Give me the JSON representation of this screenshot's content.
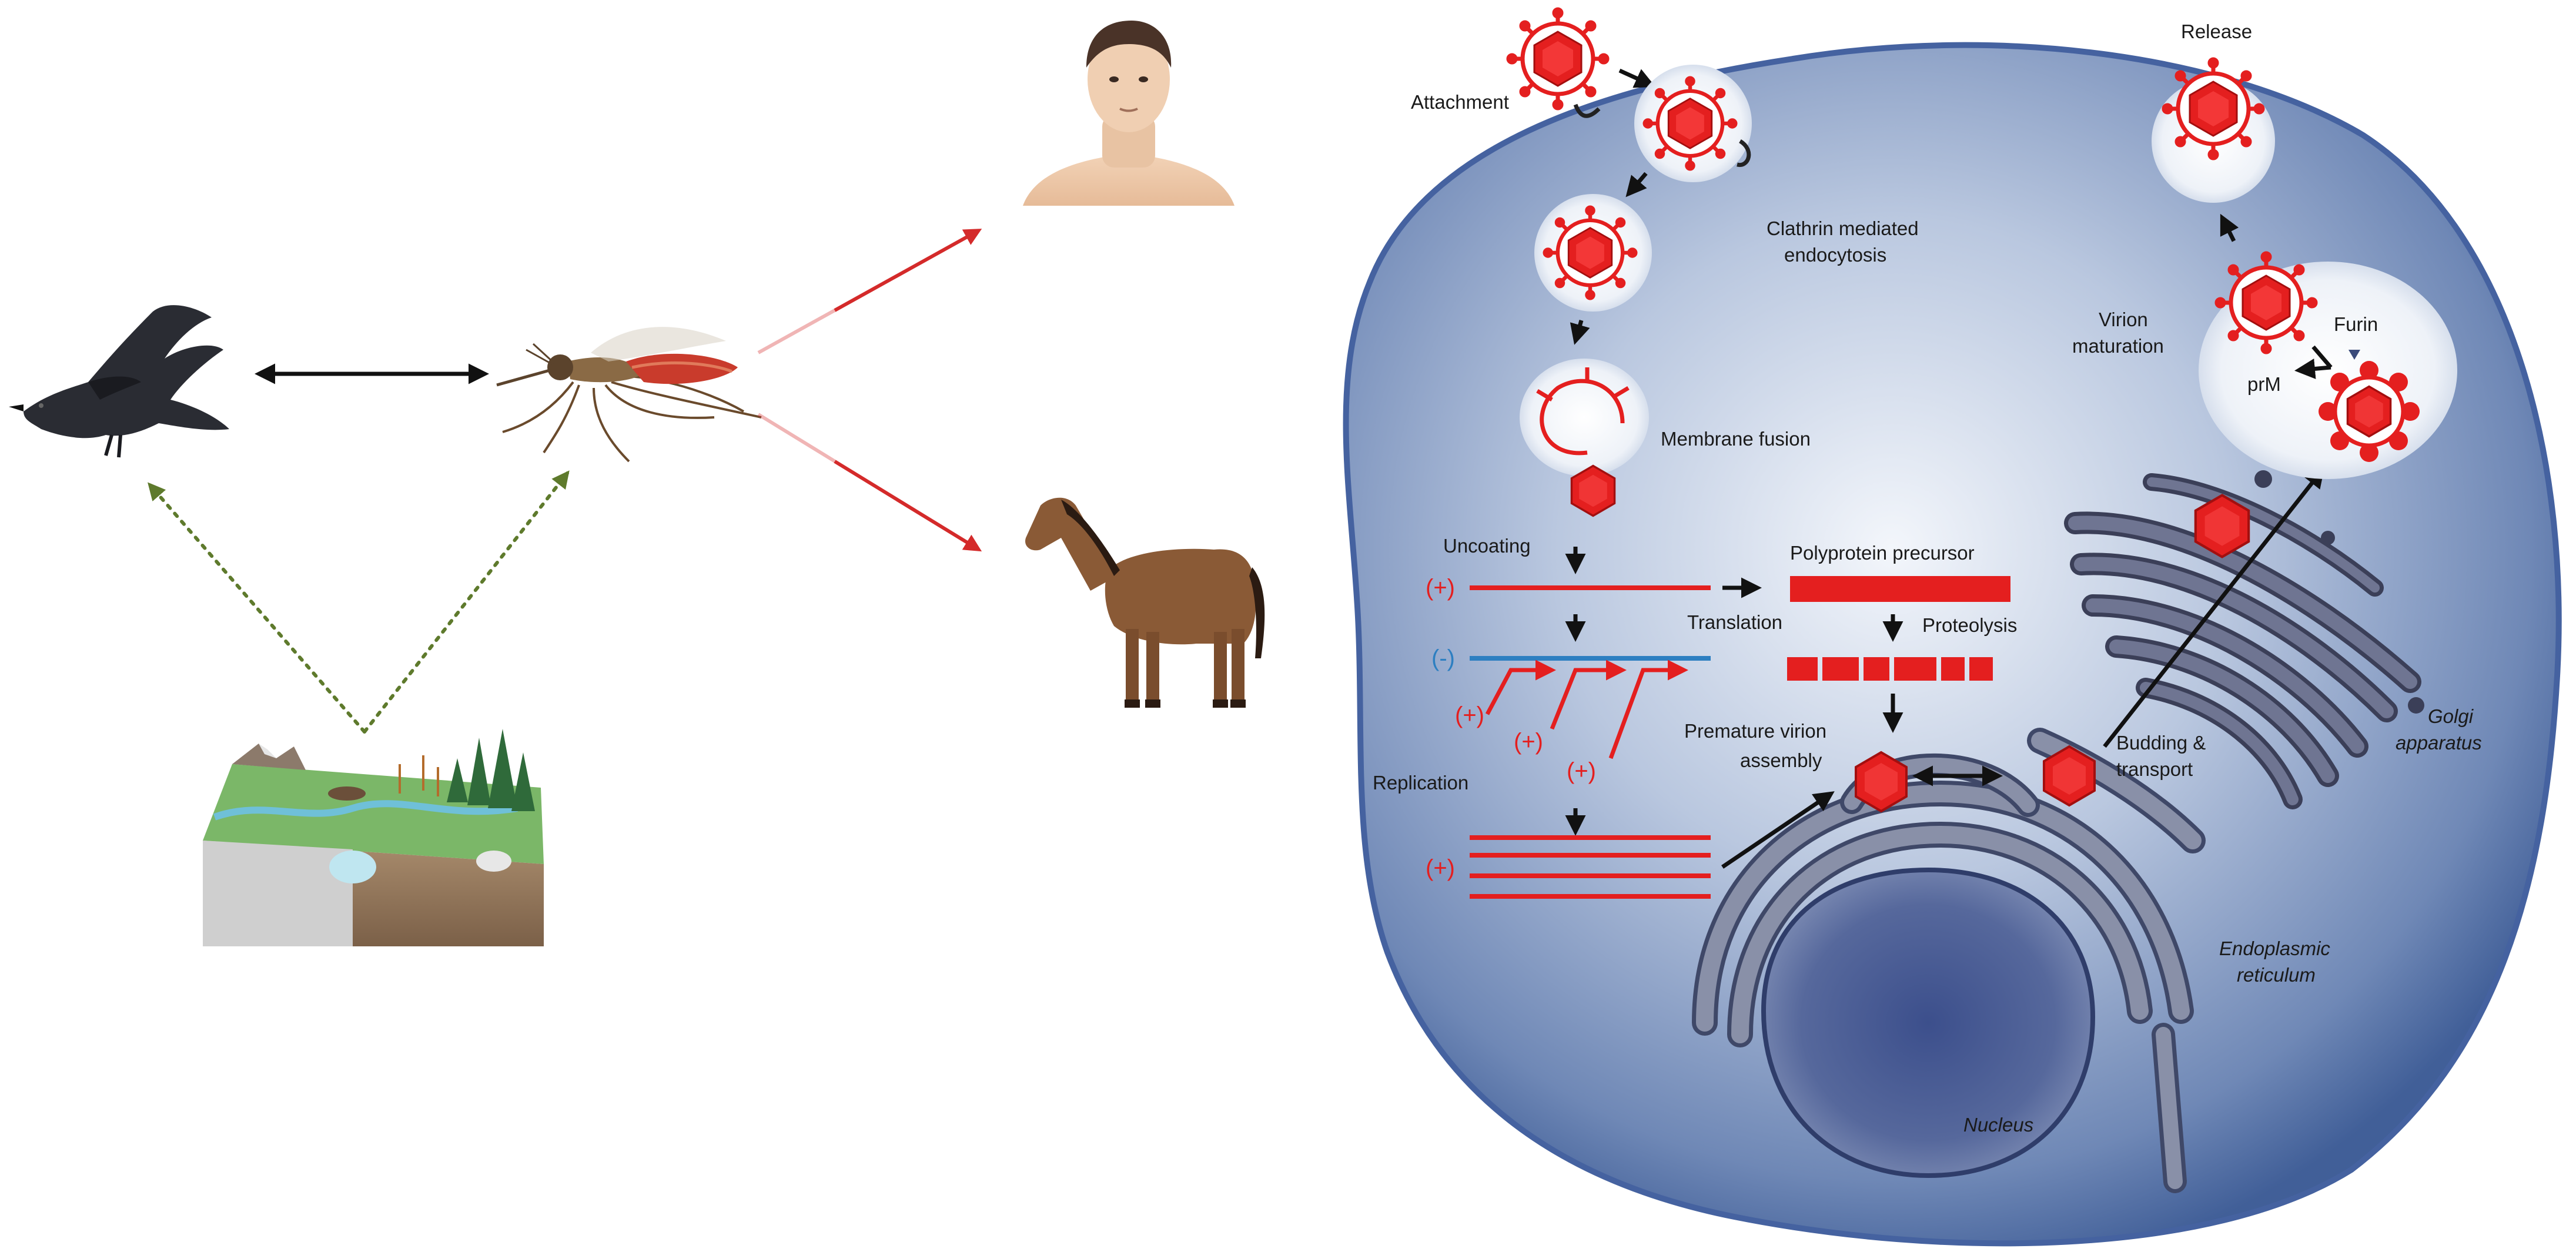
{
  "labels": {
    "attachment": "Attachment",
    "clathrin_line1": "Clathrin mediated",
    "clathrin_line2": "endocytosis",
    "membrane_fusion": "Membrane fusion",
    "uncoating": "Uncoating",
    "translation": "Translation",
    "polyprotein": "Polyprotein precursor",
    "proteolysis": "Proteolysis",
    "replication": "Replication",
    "premature_line1": "Premature virion",
    "premature_line2": "assembly",
    "budding_line1": "Budding &",
    "budding_line2": "transport",
    "golgi_line1": "Golgi",
    "golgi_line2": "apparatus",
    "er_line1": "Endoplasmic",
    "er_line2": "reticulum",
    "nucleus": "Nucleus",
    "virion_line1": "Virion",
    "virion_line2": "maturation",
    "furin": "Furin",
    "prm": "prM",
    "release": "Release",
    "plus_strand": "(+)",
    "minus_strand": "(-)"
  },
  "colors": {
    "virus_red": "#e41f1f",
    "cell_blue": "#4f6fa6",
    "minus_strand_blue": "#2d7fc1",
    "arrow_red": "#d42a2a",
    "dotted_green": "#5e7a2c",
    "organelle": "#4c5470"
  },
  "icons": {
    "bird": "bird-icon",
    "mosquito": "mosquito-icon",
    "human": "human-icon",
    "horse": "horse-icon",
    "landscape": "landscape-icon",
    "virion": "virion-icon"
  }
}
